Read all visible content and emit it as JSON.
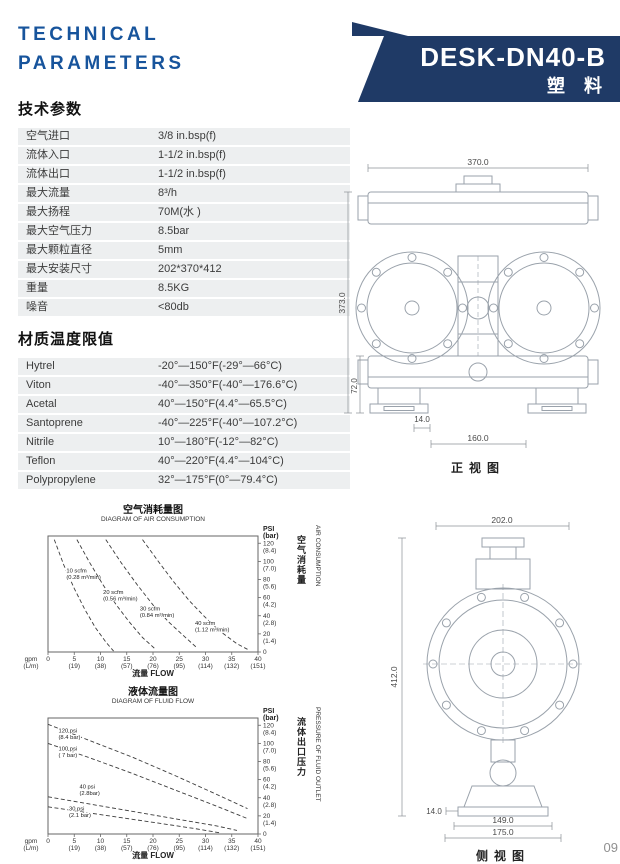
{
  "header": {
    "title_line1": "TECHNICAL",
    "title_line2": "PARAMETERS",
    "banner_model": "DESK-DN40-B",
    "banner_material": "塑 料"
  },
  "specs": {
    "heading": "技术参数",
    "rows": [
      {
        "label": "空气进口",
        "value": "3/8 in.bsp(f)"
      },
      {
        "label": "流体入口",
        "value": "1-1/2 in.bsp(f)"
      },
      {
        "label": "流体出口",
        "value": "1-1/2 in.bsp(f)"
      },
      {
        "label": "最大流量",
        "value": "8³/h"
      },
      {
        "label": "最大扬程",
        "value": "70M(水 )"
      },
      {
        "label": "最大空气压力",
        "value": "8.5bar"
      },
      {
        "label": "最大颗粒直径",
        "value": "5mm"
      },
      {
        "label": "最大安装尺寸",
        "value": "202*370*412"
      },
      {
        "label": "重量",
        "value": "8.5KG"
      },
      {
        "label": "噪音",
        "value": "<80db"
      }
    ]
  },
  "materials": {
    "heading": "材质温度限值",
    "rows": [
      {
        "label": "Hytrel",
        "value": "-20°—150°F(-29°—66°C)"
      },
      {
        "label": "Viton",
        "value": "-40°—350°F(-40°—176.6°C)"
      },
      {
        "label": "Acetal",
        "value": "40°—150°F(4.4°—65.5°C)"
      },
      {
        "label": "Santoprene",
        "value": "-40°—225°F(-40°—107.2°C)"
      },
      {
        "label": "Nitrile",
        "value": "10°—180°F(-12°—82°C)"
      },
      {
        "label": "Teflon",
        "value": "40°—220°F(4.4°—104°C)"
      },
      {
        "label": "Polypropylene",
        "value": "32°—175°F(0°—79.4°C)"
      }
    ]
  },
  "drawings": {
    "front": {
      "caption": "正视图",
      "dim_width": "370.0",
      "dim_height": "373.0",
      "dim_base_height": "72.0",
      "dim_foot": "14.0",
      "dim_base_width": "160.0"
    },
    "side": {
      "caption": "侧视图",
      "dim_width": "202.0",
      "dim_height": "412.0",
      "dim_foot": "14.0",
      "dim_base_width1": "149.0",
      "dim_base_width2": "175.0"
    }
  },
  "page_number": "09",
  "chart_data": [
    {
      "type": "line",
      "title": "空气消耗量图",
      "subtitle": "DIAGRAM OF AIR CONSUMPTION",
      "xlabel": "流量 FLOW",
      "right_label_cn": "空气消耗量",
      "right_label_en": "AIR CONSUMPTION",
      "x_unit_lines": [
        "gpm",
        "(L/m)"
      ],
      "y_unit_lines": [
        "PSI",
        "(bar)"
      ],
      "xlim": [
        0,
        40
      ],
      "ylim": [
        0,
        128
      ],
      "grid": false,
      "x_ticks": [
        {
          "v": 0,
          "l1": "0",
          "l2": ""
        },
        {
          "v": 5,
          "l1": "5",
          "l2": "(19)"
        },
        {
          "v": 10,
          "l1": "10",
          "l2": "(38)"
        },
        {
          "v": 15,
          "l1": "15",
          "l2": "(57)"
        },
        {
          "v": 20,
          "l1": "20",
          "l2": "(76)"
        },
        {
          "v": 25,
          "l1": "25",
          "l2": "(95)"
        },
        {
          "v": 30,
          "l1": "30",
          "l2": "(114)"
        },
        {
          "v": 35,
          "l1": "35",
          "l2": "(132)"
        },
        {
          "v": 40,
          "l1": "40",
          "l2": "(151)"
        }
      ],
      "y_ticks": [
        {
          "v": 120,
          "l1": "120",
          "l2": "(8.4)"
        },
        {
          "v": 100,
          "l1": "100",
          "l2": "(7.0)"
        },
        {
          "v": 80,
          "l1": "80",
          "l2": "(5.6)"
        },
        {
          "v": 60,
          "l1": "60",
          "l2": "(4.2)"
        },
        {
          "v": 40,
          "l1": "40",
          "l2": "(2.8)"
        },
        {
          "v": 20,
          "l1": "20",
          "l2": "(1.4)"
        },
        {
          "v": 0,
          "l1": "0",
          "l2": ""
        }
      ],
      "series": [
        {
          "name": "10 scfm (0.28 m³/min)",
          "label_lines": [
            "10 scfm",
            "(0.28 m³/min)"
          ],
          "label_at": [
            3.5,
            88
          ],
          "points": [
            [
              1.2,
              124
            ],
            [
              3,
              96
            ],
            [
              5,
              70
            ],
            [
              7,
              47
            ],
            [
              9,
              27
            ],
            [
              11,
              11
            ],
            [
              12.5,
              1
            ]
          ]
        },
        {
          "name": "20 scfm (0.56 m³/min)",
          "label_lines": [
            "20 scfm",
            "(0.56 m³/min)"
          ],
          "label_at": [
            10.5,
            64
          ],
          "points": [
            [
              5.5,
              124
            ],
            [
              8,
              98
            ],
            [
              10.5,
              74
            ],
            [
              13,
              52
            ],
            [
              15.5,
              33
            ],
            [
              18,
              16
            ],
            [
              20.5,
              3
            ]
          ]
        },
        {
          "name": "30 scfm (0.84 m³/min)",
          "label_lines": [
            "30 scfm",
            "(0.84 m³/min)"
          ],
          "label_at": [
            17.5,
            46
          ],
          "points": [
            [
              11,
              124
            ],
            [
              14,
              98
            ],
            [
              17,
              74
            ],
            [
              20,
              52
            ],
            [
              23,
              33
            ],
            [
              26,
              17
            ],
            [
              28.5,
              4
            ]
          ]
        },
        {
          "name": "40 scfm (1.12 m³/min)",
          "label_lines": [
            "40 scfm",
            "(1.12 m³/min)"
          ],
          "label_at": [
            28,
            30
          ],
          "points": [
            [
              18,
              124
            ],
            [
              21,
              100
            ],
            [
              24,
              77
            ],
            [
              27,
              56
            ],
            [
              30,
              38
            ],
            [
              33,
              22
            ],
            [
              36,
              9
            ],
            [
              38,
              3
            ]
          ]
        }
      ]
    },
    {
      "type": "line",
      "title": "液体流量图",
      "subtitle": "DIAGRAM OF FLUID FLOW",
      "xlabel": "流量 FLOW",
      "right_label_cn": "流体出口压力",
      "right_label_en": "PRESSURE OF FLUID OUTLET",
      "x_unit_lines": [
        "gpm",
        "(L/m)"
      ],
      "y_unit_lines": [
        "PSI",
        "(bar)"
      ],
      "xlim": [
        0,
        40
      ],
      "ylim": [
        0,
        128
      ],
      "grid": false,
      "x_ticks": [
        {
          "v": 0,
          "l1": "0",
          "l2": ""
        },
        {
          "v": 5,
          "l1": "5",
          "l2": "(19)"
        },
        {
          "v": 10,
          "l1": "10",
          "l2": "(38)"
        },
        {
          "v": 15,
          "l1": "15",
          "l2": "(57)"
        },
        {
          "v": 20,
          "l1": "20",
          "l2": "(76)"
        },
        {
          "v": 25,
          "l1": "25",
          "l2": "(95)"
        },
        {
          "v": 30,
          "l1": "30",
          "l2": "(114)"
        },
        {
          "v": 35,
          "l1": "35",
          "l2": "(132)"
        },
        {
          "v": 40,
          "l1": "40",
          "l2": "(151)"
        }
      ],
      "y_ticks": [
        {
          "v": 120,
          "l1": "120",
          "l2": "(8.4)"
        },
        {
          "v": 100,
          "l1": "100",
          "l2": "(7.0)"
        },
        {
          "v": 80,
          "l1": "80",
          "l2": "(5.6)"
        },
        {
          "v": 60,
          "l1": "60",
          "l2": "(4.2)"
        },
        {
          "v": 40,
          "l1": "40",
          "l2": "(2.8)"
        },
        {
          "v": 20,
          "l1": "20",
          "l2": "(1.4)"
        },
        {
          "v": 0,
          "l1": "0",
          "l2": ""
        }
      ],
      "series": [
        {
          "name": "120 psi (8.4 bar)",
          "label_lines": [
            "120 psi",
            "(8.4 bar)"
          ],
          "label_at": [
            2,
            112
          ],
          "points": [
            [
              0,
              121
            ],
            [
              8,
              103
            ],
            [
              16,
              85
            ],
            [
              24,
              65
            ],
            [
              32,
              44
            ],
            [
              38,
              28
            ]
          ]
        },
        {
          "name": "100 psi ( 7 bar)",
          "label_lines": [
            "100 psi",
            "( 7 bar)"
          ],
          "label_at": [
            2,
            92
          ],
          "points": [
            [
              0,
              100
            ],
            [
              8,
              84
            ],
            [
              16,
              67
            ],
            [
              24,
              49
            ],
            [
              32,
              31
            ],
            [
              38,
              17
            ]
          ]
        },
        {
          "name": "40 psi (2.8bar)",
          "label_lines": [
            "40 psi",
            "(2.8bar)"
          ],
          "label_at": [
            6,
            50
          ],
          "points": [
            [
              0,
              41
            ],
            [
              8,
              33
            ],
            [
              16,
              25
            ],
            [
              24,
              17
            ],
            [
              32,
              9
            ],
            [
              36,
              4
            ]
          ]
        },
        {
          "name": "30 psi (2.1 bar)",
          "label_lines": [
            "30 psi",
            "(2.1 bar)"
          ],
          "label_at": [
            4,
            26
          ],
          "points": [
            [
              0,
              30
            ],
            [
              7,
              24
            ],
            [
              14,
              18
            ],
            [
              21,
              12
            ],
            [
              28,
              6
            ],
            [
              33,
              1
            ]
          ]
        }
      ]
    }
  ]
}
